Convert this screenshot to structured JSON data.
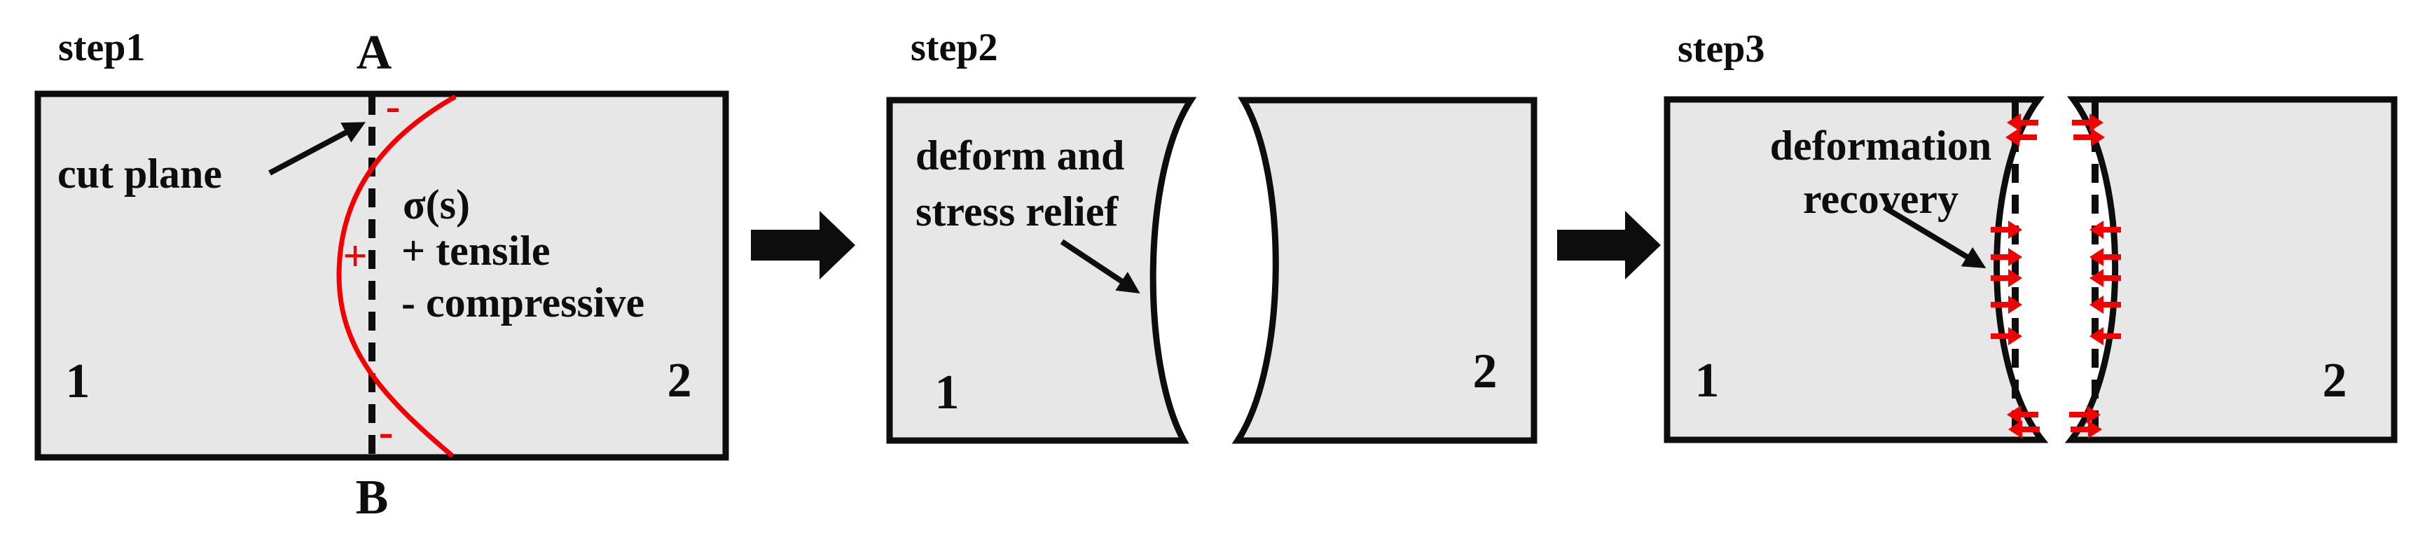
{
  "colors": {
    "panel_fill": "#e7e7e7",
    "line": "#0d0d0d",
    "stress_red": "#f40000"
  },
  "step1": {
    "label": "step1",
    "point_a": "A",
    "point_b": "B",
    "cut_plane": "cut plane",
    "sigma": "σ(s)",
    "tensile": "+ tensile",
    "compressive": "-  compressive",
    "plus_sign": "+",
    "minus_top": "-",
    "minus_bottom": "-",
    "region_left": "1",
    "region_right": "2"
  },
  "step2": {
    "label": "step2",
    "note_line1": "deform and",
    "note_line2": "stress relief",
    "region_left": "1",
    "region_right": "2"
  },
  "step3": {
    "label": "step3",
    "note_line1": "deformation",
    "note_line2": "recovery",
    "region_left": "1",
    "region_right": "2"
  }
}
